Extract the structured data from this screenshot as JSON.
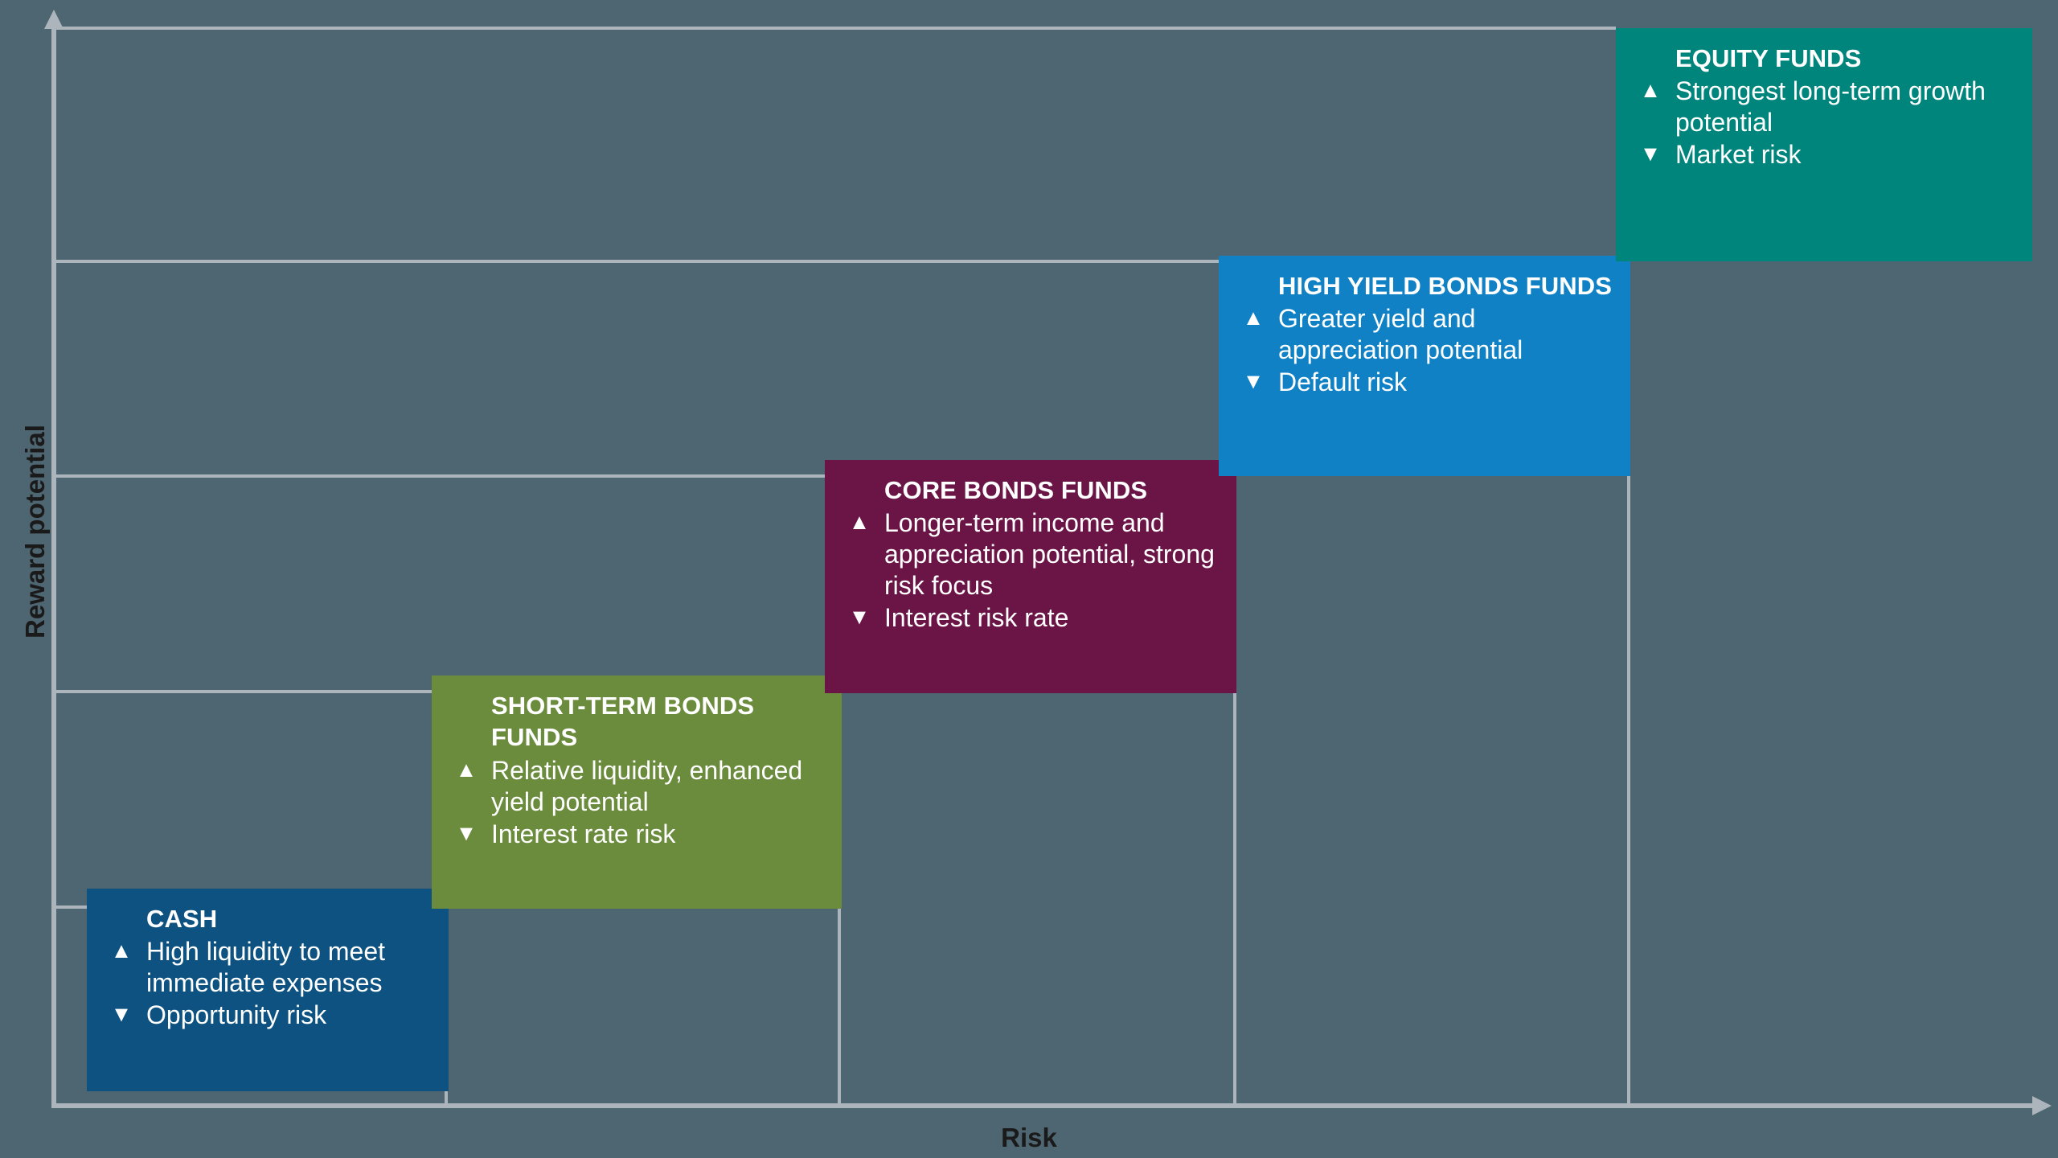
{
  "chart_data": {
    "type": "bar",
    "title": "",
    "xlabel": "Risk",
    "ylabel": "Reward potential",
    "grid": true,
    "legend": "none",
    "description": "Risk versus reward potential staircase of five investment categories, each step higher in both risk and reward.",
    "categories": [
      "CASH",
      "SHORT-TERM BONDS FUNDS",
      "CORE BONDS FUNDS",
      "HIGH YIELD BONDS FUNDS",
      "EQUITY FUNDS"
    ],
    "risk_rank": [
      1,
      2,
      3,
      4,
      5
    ],
    "reward_rank": [
      1,
      2,
      3,
      4,
      5
    ],
    "values": [
      1,
      2,
      3,
      4,
      5
    ],
    "xlim": [
      0,
      5
    ],
    "ylim": [
      0,
      5
    ]
  },
  "axes": {
    "y_title": "Reward potential",
    "x_title": "Risk"
  },
  "boxes": [
    {
      "id": "cash",
      "title": "CASH",
      "color": "#0d5280",
      "upside_marker": "▲",
      "downside_marker": "▼",
      "upside": "High liquidity to meet immediate expenses",
      "downside": "Opportunity risk"
    },
    {
      "id": "short-term-bonds-funds",
      "title": "SHORT-TERM BONDS FUNDS",
      "color": "#6b8b3d",
      "upside_marker": "▲",
      "downside_marker": "▼",
      "upside": "Relative liquidity, enhanced yield potential",
      "downside": "Interest rate risk"
    },
    {
      "id": "core-bonds-funds",
      "title": "CORE BONDS FUNDS",
      "color": "#6b1547",
      "upside_marker": "▲",
      "downside_marker": "▼",
      "upside": "Longer-term income and appreciation potential, strong risk focus",
      "downside": "Interest risk rate"
    },
    {
      "id": "high-yield-bonds-funds",
      "title": "HIGH YIELD BONDS FUNDS",
      "color": "#0f81c4",
      "upside_marker": "▲",
      "downside_marker": "▼",
      "upside": "Greater yield and appreciation potential",
      "downside": "Default risk"
    },
    {
      "id": "equity-funds",
      "title": "EQUITY FUNDS",
      "color": "#00857d",
      "upside_marker": "▲",
      "downside_marker": "▼",
      "upside": "Strongest long-term growth potential",
      "downside": "Market risk"
    }
  ],
  "colors": {
    "background": "#4d6671",
    "axis": "#adb5bc",
    "gridline": "#adb5bc",
    "text_on_box": "#ffffff",
    "axis_text": "#1a1a1a"
  }
}
